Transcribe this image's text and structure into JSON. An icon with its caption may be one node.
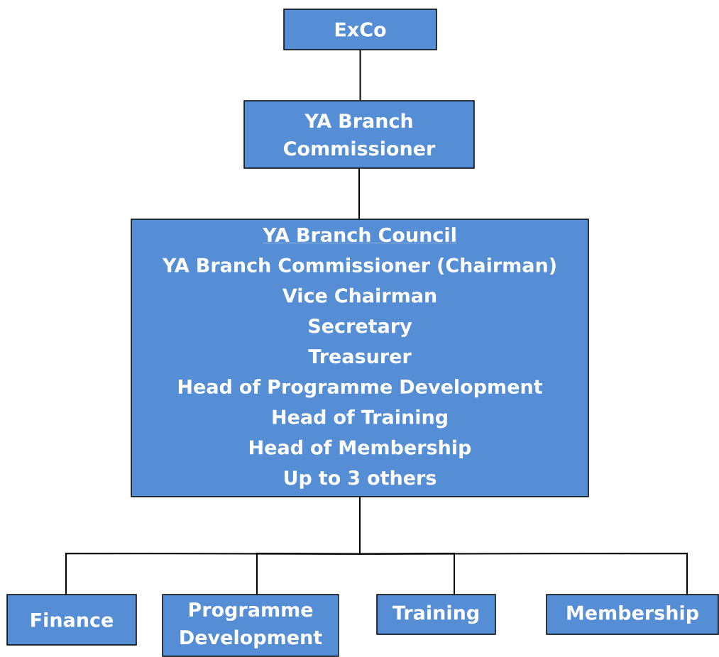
{
  "diagram": {
    "nodes": [
      {
        "text": [
          "ExCo"
        ]
      },
      {
        "text": [
          "YA Branch Commissioner"
        ]
      },
      {
        "text": [
          "YA Branch Council",
          "YA Branch Commissioner (Chairman)",
          "Vice Chairman",
          "Secretary",
          "Treasurer",
          "Head of Programme Development",
          "Head of Training",
          "Head of Membership",
          "Up to 3 others"
        ]
      },
      {
        "text": [
          "Finance"
        ]
      },
      {
        "text": [
          "Programme Development"
        ]
      },
      {
        "text": [
          "Training"
        ]
      },
      {
        "text": [
          "Membership"
        ]
      }
    ],
    "edges": [
      {
        "from": 0,
        "to": 1,
        "arrow": "none"
      },
      {
        "from": 1,
        "to": 2,
        "arrow": "none"
      },
      {
        "from": 2,
        "to": 3,
        "arrow": "none"
      },
      {
        "from": 2,
        "to": 4,
        "arrow": "none"
      },
      {
        "from": 2,
        "to": 5,
        "arrow": "none"
      },
      {
        "from": 2,
        "to": 6,
        "arrow": "none"
      }
    ]
  }
}
